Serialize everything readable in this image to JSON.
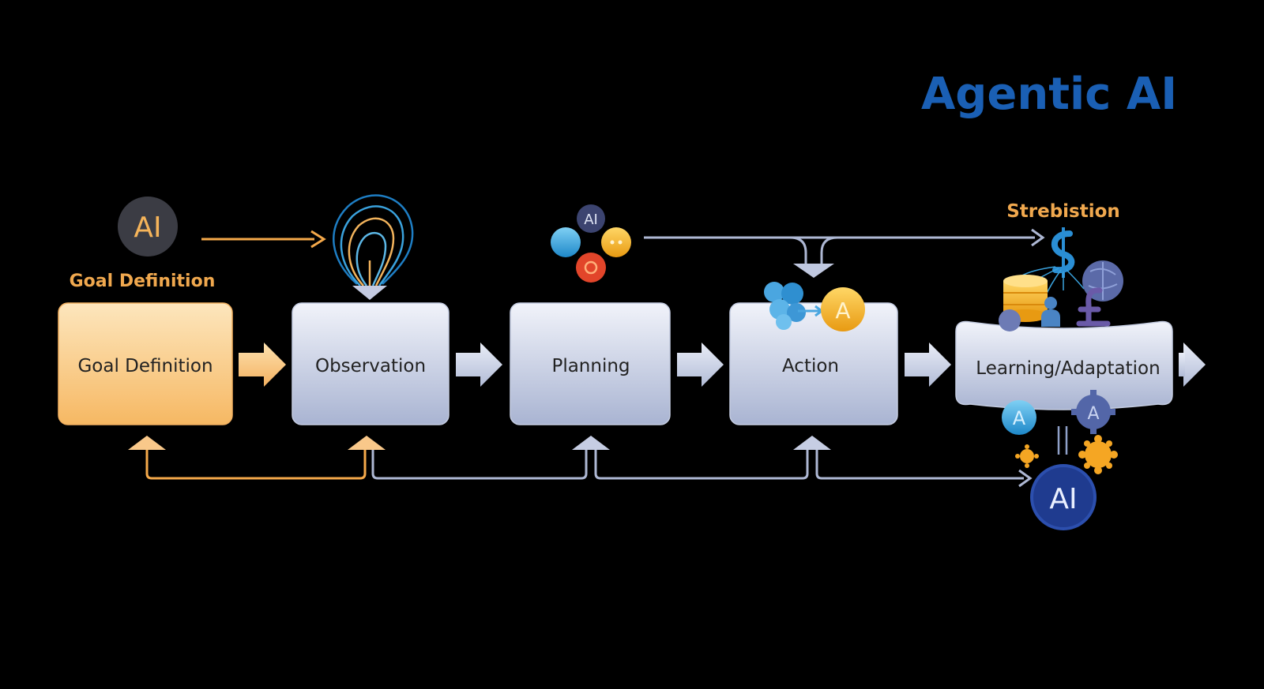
{
  "title": "Agentic AI",
  "top_label": "Goal Definition",
  "right_label": "Strebistion",
  "stages": [
    {
      "label": "Goal Definition"
    },
    {
      "label": "Observation"
    },
    {
      "label": "Planning"
    },
    {
      "label": "Action"
    },
    {
      "label": "Learning/Adaptation"
    }
  ],
  "badges": {
    "ai_left": "AI",
    "ai_planning": "AI",
    "ai_bottom": "AI",
    "letter_a": "A"
  },
  "colors": {
    "background": "#000000",
    "title_blue": "#1a5fb4",
    "orange": "#f5a94a",
    "orange_light": "#fde2b0",
    "box_light": "#eef1f8",
    "box_dark": "#aeb8d4",
    "connector": "#b3bdd8",
    "navy": "#1f3b8f",
    "dark_badge": "#3b3c44"
  }
}
